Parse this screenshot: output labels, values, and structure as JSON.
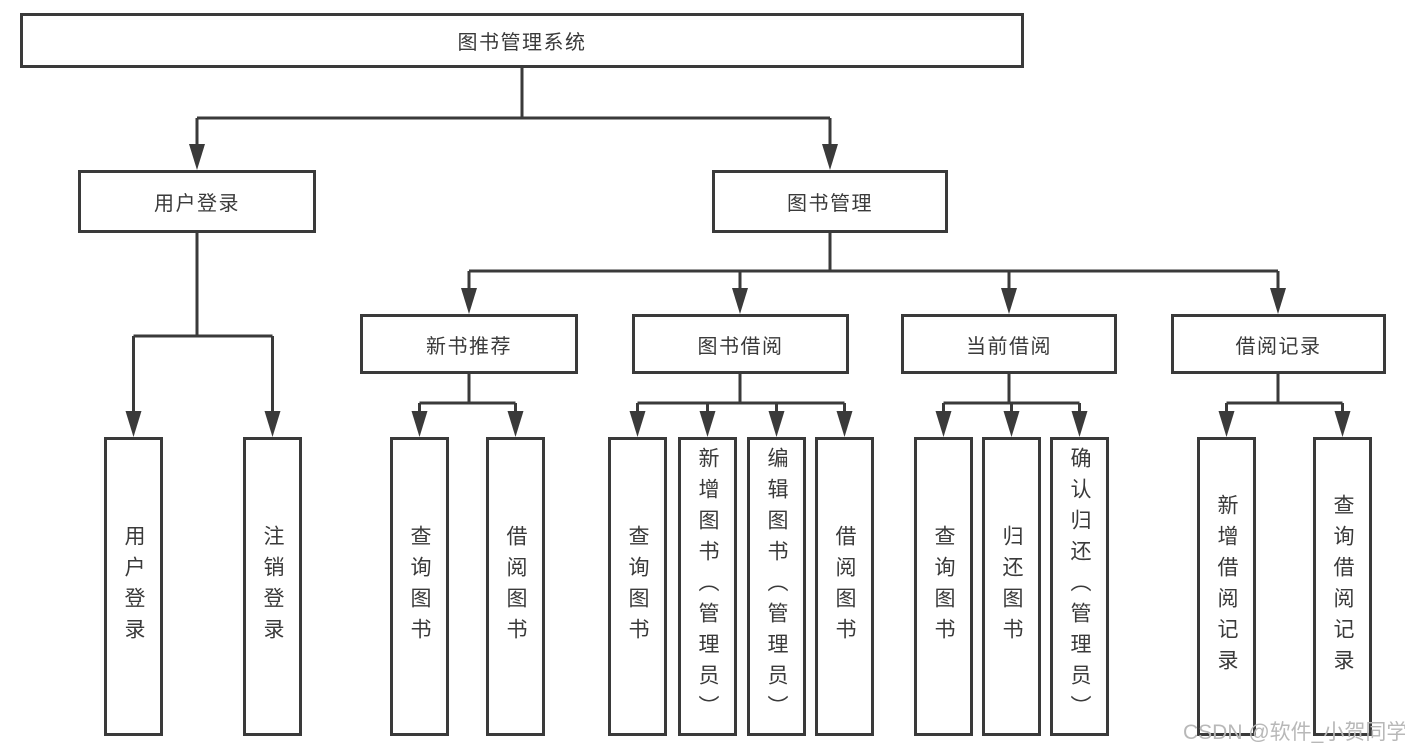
{
  "diagram": {
    "title_node": "图书管理系统",
    "root": {
      "label": "图书管理系统"
    },
    "level2": [
      {
        "label": "用户登录",
        "parent": "图书管理系统"
      },
      {
        "label": "图书管理",
        "parent": "图书管理系统"
      }
    ],
    "level3": [
      {
        "label": "新书推荐",
        "parent": "图书管理"
      },
      {
        "label": "图书借阅",
        "parent": "图书管理"
      },
      {
        "label": "当前借阅",
        "parent": "图书管理"
      },
      {
        "label": "借阅记录",
        "parent": "图书管理"
      }
    ],
    "leaves": [
      {
        "label": "用户登录",
        "parent": "用户登录"
      },
      {
        "label": "注销登录",
        "parent": "用户登录"
      },
      {
        "label": "查询图书",
        "parent": "新书推荐"
      },
      {
        "label": "借阅图书",
        "parent": "新书推荐"
      },
      {
        "label": "查询图书",
        "parent": "图书借阅"
      },
      {
        "label": "新增图书（管理员）",
        "parent": "图书借阅"
      },
      {
        "label": "编辑图书（管理员）",
        "parent": "图书借阅"
      },
      {
        "label": "借阅图书",
        "parent": "图书借阅"
      },
      {
        "label": "查询图书",
        "parent": "当前借阅"
      },
      {
        "label": "归还图书",
        "parent": "当前借阅"
      },
      {
        "label": "确认归还（管理员）",
        "parent": "当前借阅"
      },
      {
        "label": "新增借阅记录",
        "parent": "借阅记录"
      },
      {
        "label": "查询借阅记录",
        "parent": "借阅记录"
      }
    ]
  },
  "watermark": {
    "text": "CSDN @软件_小贺同学"
  },
  "colors": {
    "line": "#3a3a3a",
    "box_border": "#3a3a3a",
    "box_background": "#ffffff",
    "text": "#3a3a3a",
    "watermark": "#b8b8b8",
    "page_background": "#ffffff"
  }
}
